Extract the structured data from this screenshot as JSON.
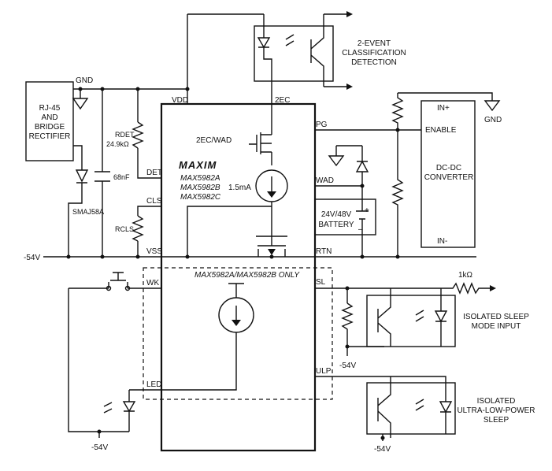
{
  "ic": {
    "logo": "MAXIM",
    "part_a": "MAX5982A",
    "part_b": "MAX5982B",
    "part_c": "MAX5982C",
    "dashed_note": "MAX5982A/MAX5982B ONLY",
    "current_source": "1.5mA",
    "fet_label": "2EC/WAD",
    "pins": {
      "vdd": "VDD",
      "ec2": "2EC",
      "pg": "PG",
      "wad": "WAD",
      "det": "DET",
      "cls": "CLS",
      "vss": "VSS",
      "rtn": "RTN",
      "wk": "WK",
      "sl": "SL",
      "ulp": "ULP",
      "led": "LED"
    }
  },
  "left": {
    "rj45_lines": [
      "RJ-45",
      "AND",
      "BRIDGE",
      "RECTIFIER"
    ],
    "gnd": "GND",
    "rdet": "RDET",
    "rdet_value": "24.9kΩ",
    "cap": "68nF",
    "tvs": "SMAJ58A",
    "rcls": "RCLS",
    "neg54": "-54V"
  },
  "right": {
    "event_lines": [
      "2-EVENT",
      "CLASSIFICATION",
      "DETECTION"
    ],
    "dcdc_lines": [
      "DC-DC",
      "CONVERTER"
    ],
    "in_plus": "IN+",
    "in_minus": "IN-",
    "enable": "ENABLE",
    "gnd": "GND",
    "battery_lines": [
      "24V/48V",
      "BATTERY"
    ],
    "plus": "+",
    "minus": "–",
    "r1k": "1kΩ",
    "sleep_lines": [
      "ISOLATED SLEEP",
      "MODE INPUT"
    ],
    "ulp_lines": [
      "ISOLATED",
      "ULTRA-LOW-POWER",
      "SLEEP"
    ],
    "neg54": "-54V"
  }
}
